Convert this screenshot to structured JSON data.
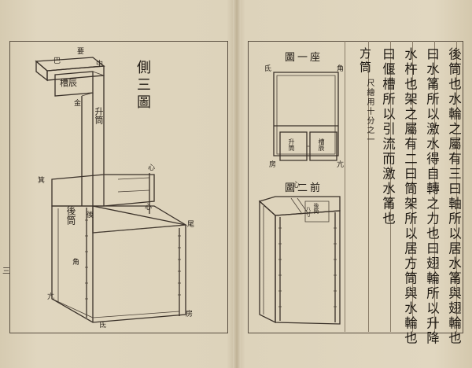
{
  "left_page": {
    "title": "側三圖",
    "labels": {
      "ba": "巴",
      "yao": "要",
      "zhong": "中",
      "zhen": "槽辰",
      "sheng": "升筒",
      "jin": "金",
      "xin": "心",
      "hou": "後筒",
      "tong_right": "心",
      "wei": "尾",
      "qi": "箕",
      "jiao": "角",
      "kang": "亢",
      "fang": "房",
      "di": "氐",
      "hou_small": "後"
    },
    "margin_mark": "三"
  },
  "right_page": {
    "top_title": "圖一座",
    "bottom_title": "圖二前",
    "labels": {
      "di": "氐",
      "jiao": "角",
      "fang": "房",
      "kang": "亢",
      "box_left": "升筒",
      "box_right": "槽辰",
      "hou_box": "後筒",
      "bottom_small": "八寸",
      "bottom_top": "心"
    },
    "text_columns": [
      "後筒也水輪之屬有三曰軸所以居水筩與翅輪也",
      "曰水筩所以激水得自轉之力也曰翅輪所以升降",
      "水杵也架之屬有二曰筒架所以居方筒與水輪也",
      "曰偃槽所以引流而激水筩也"
    ],
    "note_title": "方筒",
    "note_text": "尺繪用十分之一"
  }
}
